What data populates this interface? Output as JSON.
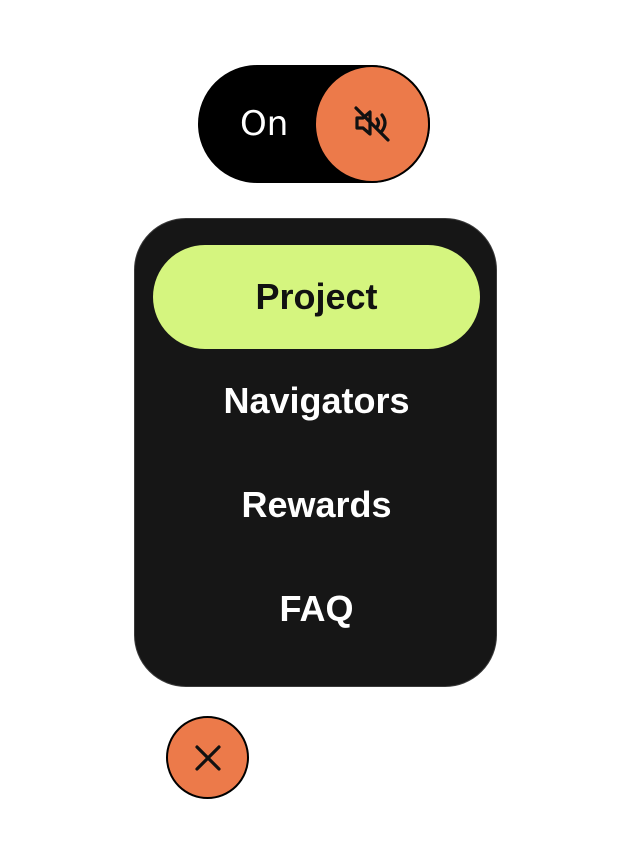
{
  "toggle": {
    "label": "On",
    "state": "on",
    "knob_icon": "volume-mute-icon",
    "knob_color": "#EC7A4A",
    "track_color": "#000000"
  },
  "menu": {
    "background": "#161616",
    "active_color": "#D5F57F",
    "items": [
      {
        "label": "Project",
        "active": true
      },
      {
        "label": "Navigators",
        "active": false
      },
      {
        "label": "Rewards",
        "active": false
      },
      {
        "label": "FAQ",
        "active": false
      }
    ]
  },
  "close_button": {
    "icon": "close-icon",
    "color": "#EC7A4A"
  }
}
